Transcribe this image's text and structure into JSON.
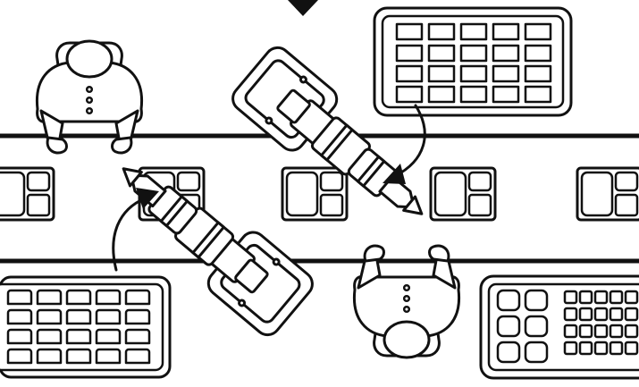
{
  "scene": {
    "colors": {
      "line": "#111111",
      "background": "#ffffff"
    },
    "conveyor": {
      "compartments_per_tray": 3,
      "visible_trays": 5
    },
    "upper_rack": {
      "rows": 4,
      "columns": 5,
      "content": "empty-slots"
    },
    "lower_left_rack": {
      "rows": 4,
      "columns": 5,
      "content": "food-portions"
    },
    "lower_right_rack": {
      "large_cells": 6,
      "small_cells": 20
    },
    "arrows": [
      "upper-rack-to-conveyor",
      "conveyor-to-worker"
    ],
    "icons": [
      "worker-icon",
      "robot-arm-icon",
      "tray-icon",
      "arrow-icon",
      "down-arrow-icon"
    ]
  }
}
